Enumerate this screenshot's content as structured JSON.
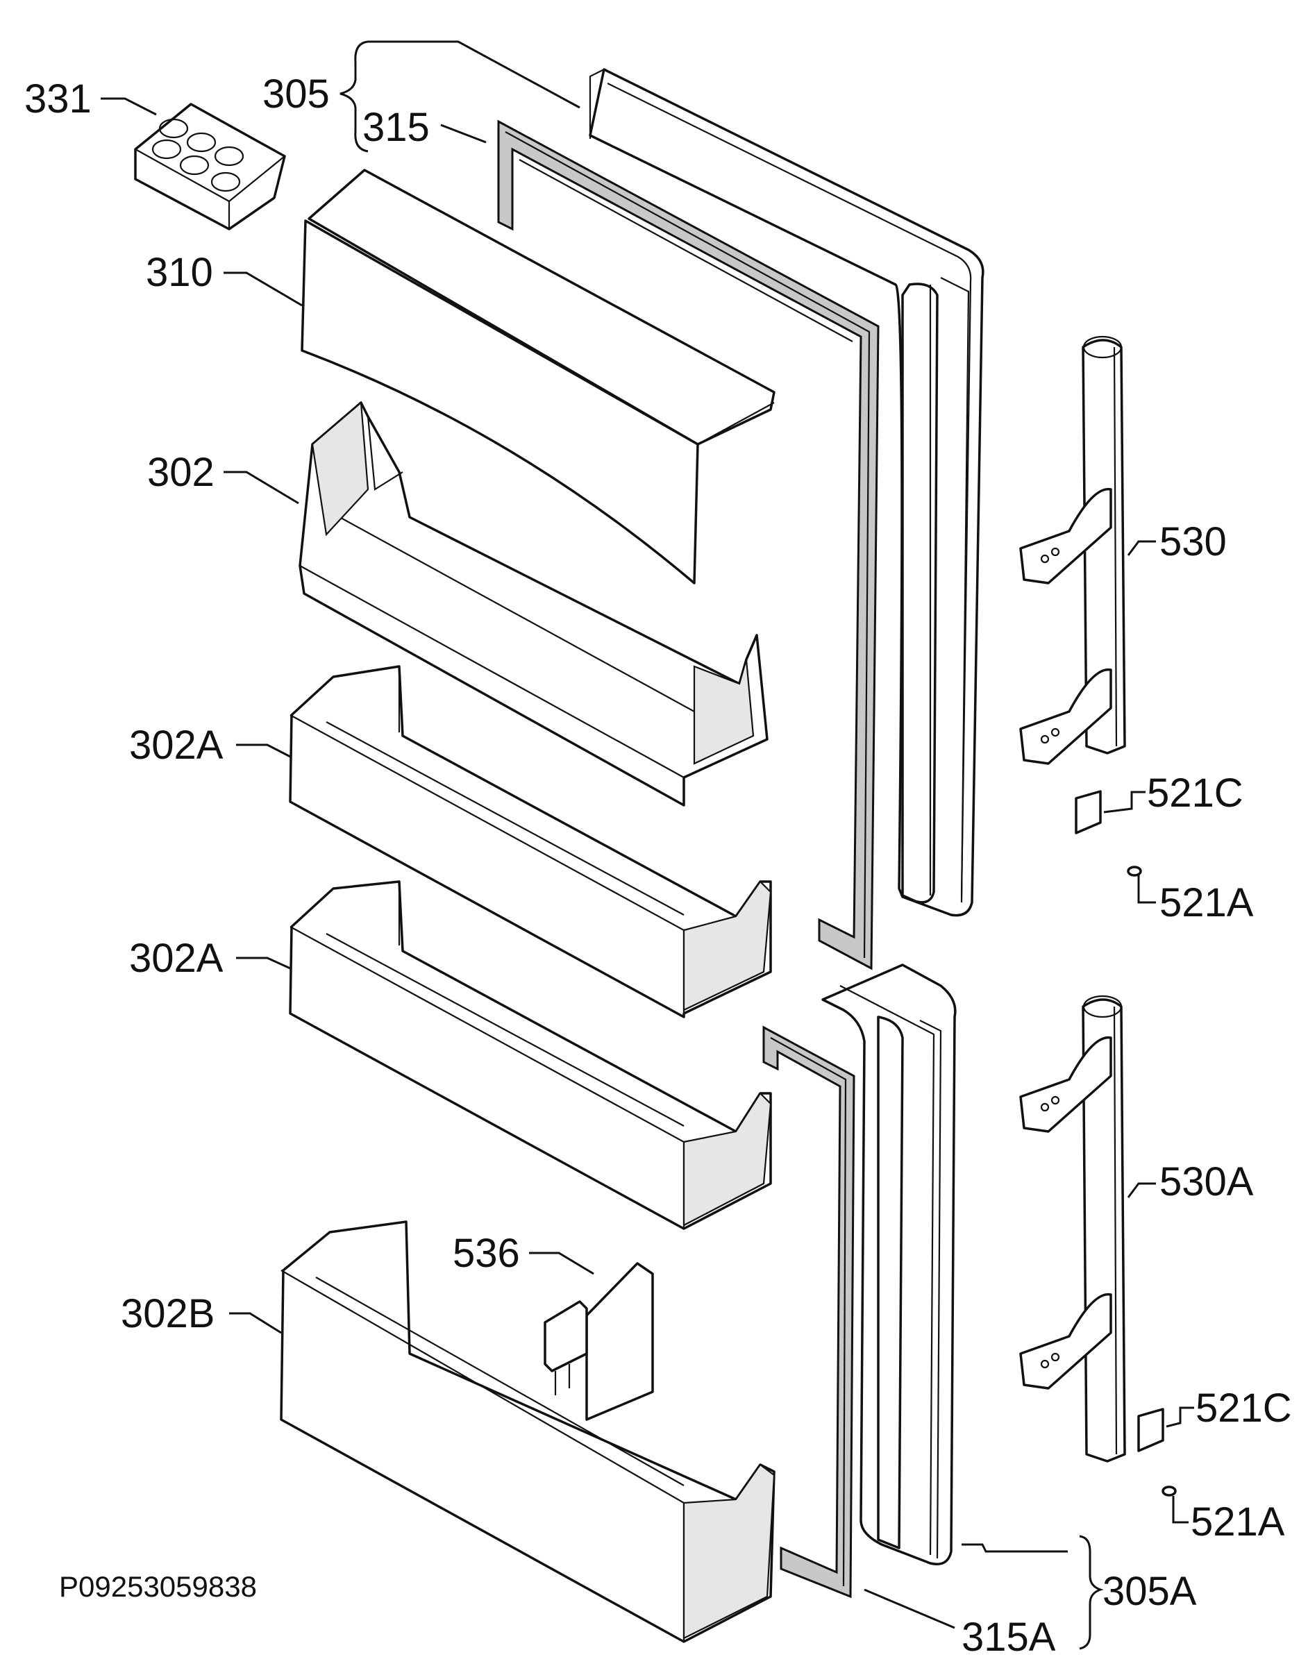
{
  "labels": {
    "p331": "331",
    "p305": "305",
    "p315": "315",
    "p310": "310",
    "p302": "302",
    "p302a_1": "302A",
    "p302a_2": "302A",
    "p302b": "302B",
    "p536": "536",
    "p530": "530",
    "p521c_1": "521C",
    "p521a_1": "521A",
    "p530a": "530A",
    "p521c_2": "521C",
    "p521a_2": "521A",
    "p305a": "305A",
    "p315a": "315A"
  },
  "drawing_number": "P09253059838",
  "colors": {
    "line": "#111111",
    "gasket": "#c8c8c8",
    "background": "#ffffff"
  }
}
